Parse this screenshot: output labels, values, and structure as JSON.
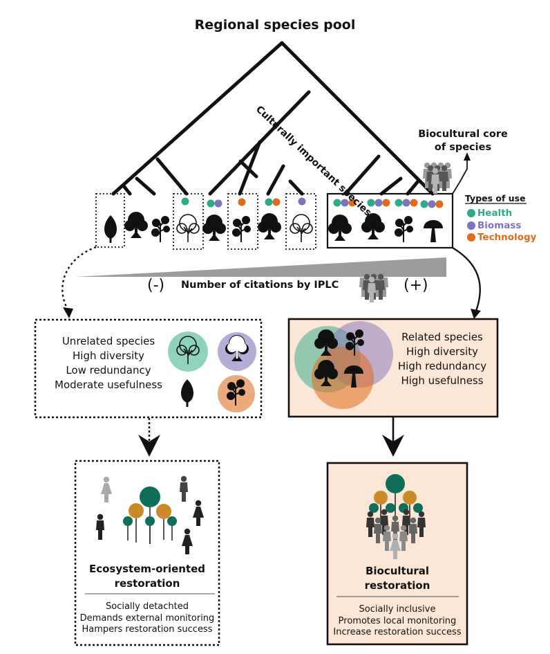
{
  "title": "Regional species pool",
  "branch_label": "Culturally important species",
  "core_label": [
    "Biocultural core",
    "of species"
  ],
  "legend": {
    "title": "Types of use",
    "items": [
      {
        "label": "Health",
        "color": "#2eaa87"
      },
      {
        "label": "Biomass",
        "color": "#7f72bd"
      },
      {
        "label": "Technology",
        "color": "#e06b1b"
      }
    ]
  },
  "gradient": {
    "minus": "(-)",
    "plus": "(+)",
    "label": "Number of citations by IPLC"
  },
  "left_box": {
    "lines": [
      "Unrelated species",
      "High diversity",
      "Low redundancy",
      "Moderate usefulness"
    ]
  },
  "right_box": {
    "lines": [
      "Related species",
      "High diversity",
      "High redundancy",
      "High usefulness"
    ]
  },
  "left_outcome": {
    "title_lines": [
      "Ecosystem-oriented",
      "restoration"
    ],
    "items": [
      "Socially detachted",
      "Demands external monitoring",
      "Hampers restoration success"
    ]
  },
  "right_outcome": {
    "title_lines": [
      "Biocultural",
      "restoration"
    ],
    "items": [
      "Socially inclusive",
      "Promotes local monitoring",
      "Increase restoration success"
    ]
  },
  "colors": {
    "health": "#2eaa87",
    "biomass": "#7f72bd",
    "technology": "#e06b1b",
    "box_fill": "#fce6d6",
    "dark_teal": "#0e6e5a",
    "ochre": "#c98a2a",
    "gray": "#888888"
  }
}
